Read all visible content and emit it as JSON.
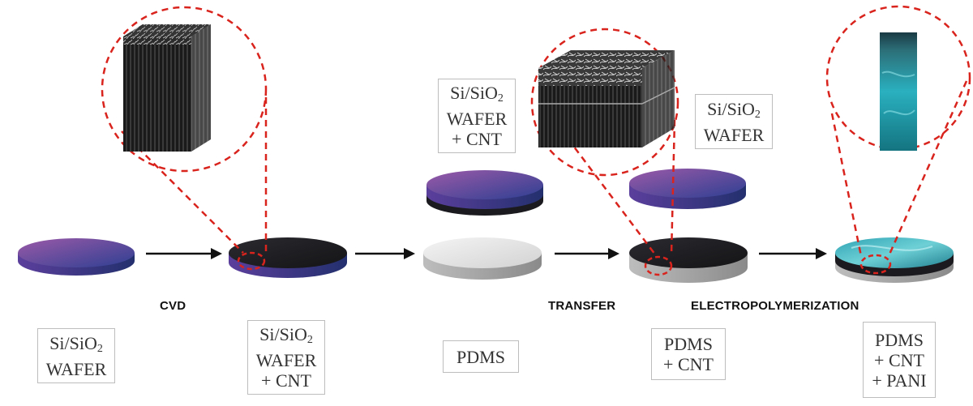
{
  "steps": {
    "cvd": "CVD",
    "transfer": "TRANSFER",
    "electropolymerization": "ELECTROPOLYMERIZATION"
  },
  "labels": {
    "wafer": {
      "line1": "Si/SiO",
      "sub": "2",
      "line2": "WAFER"
    },
    "wafer_cnt": {
      "line1": "Si/SiO",
      "sub": "2",
      "line2": "WAFER",
      "line3": "+ CNT"
    },
    "top_wafer_cnt": {
      "line1": "Si/SiO",
      "sub": "2",
      "line2": "WAFER",
      "line3": "+ CNT"
    },
    "top_wafer": {
      "line1": "Si/SiO",
      "sub": "2",
      "line2": "WAFER"
    },
    "pdms": {
      "line1": "PDMS"
    },
    "pdms_cnt": {
      "line1": "PDMS",
      "line2": "+ CNT"
    },
    "pdms_cnt_pani": {
      "line1": "PDMS",
      "line2": "+ CNT",
      "line3": "+ PANI"
    }
  },
  "colors": {
    "wafer_top_start": "#8a4fa8",
    "wafer_top_end": "#2f3f8f",
    "cnt_black": "#1b1b1f",
    "pdms_white": "#e8e8e8",
    "pani_cyan": "#3fb3c0",
    "zoom_dash": "#d9231d",
    "arrow": "#111111"
  }
}
